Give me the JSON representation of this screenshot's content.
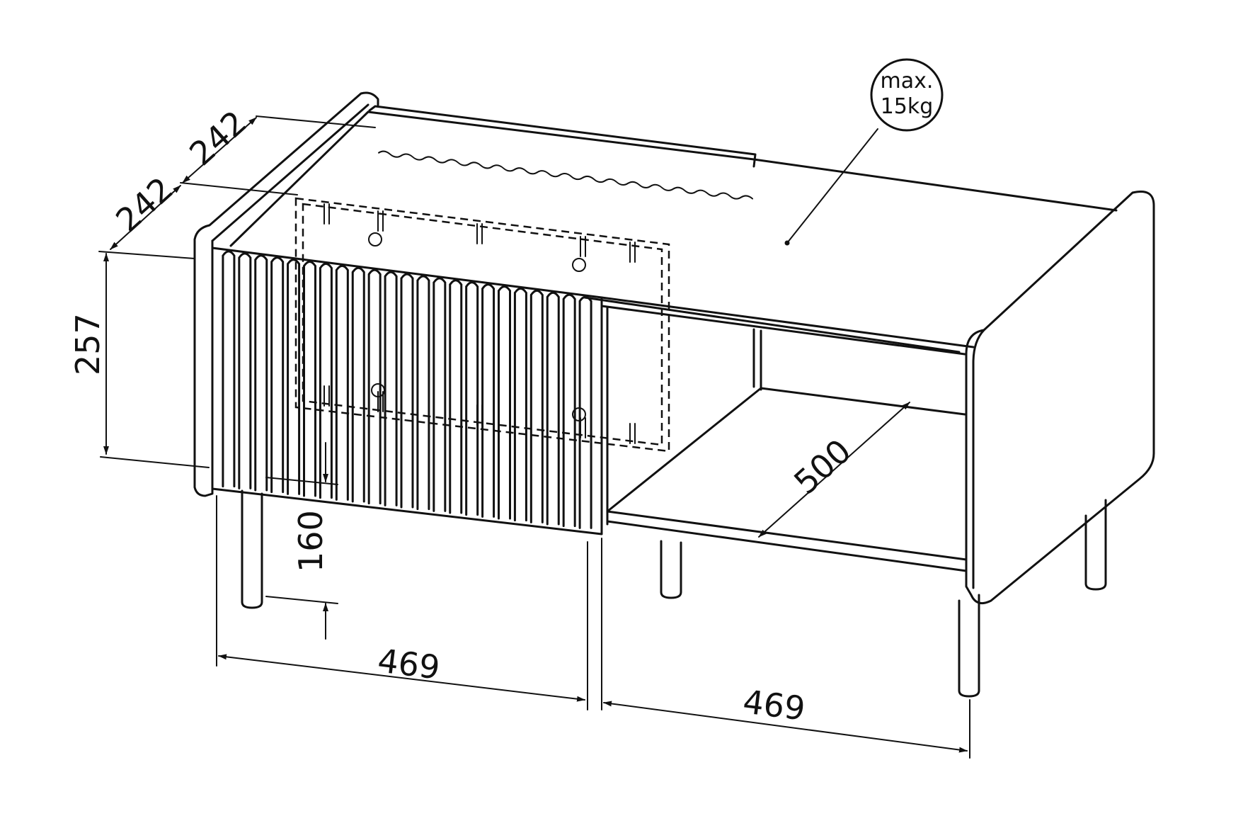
{
  "dimensions": {
    "depth_back": "242",
    "depth_front": "242",
    "height_body": "257",
    "height_legs": "160",
    "width_left": "469",
    "width_right": "469",
    "shelf_depth": "500"
  },
  "load_badge": {
    "line1": "max.",
    "line2": "15kg"
  }
}
